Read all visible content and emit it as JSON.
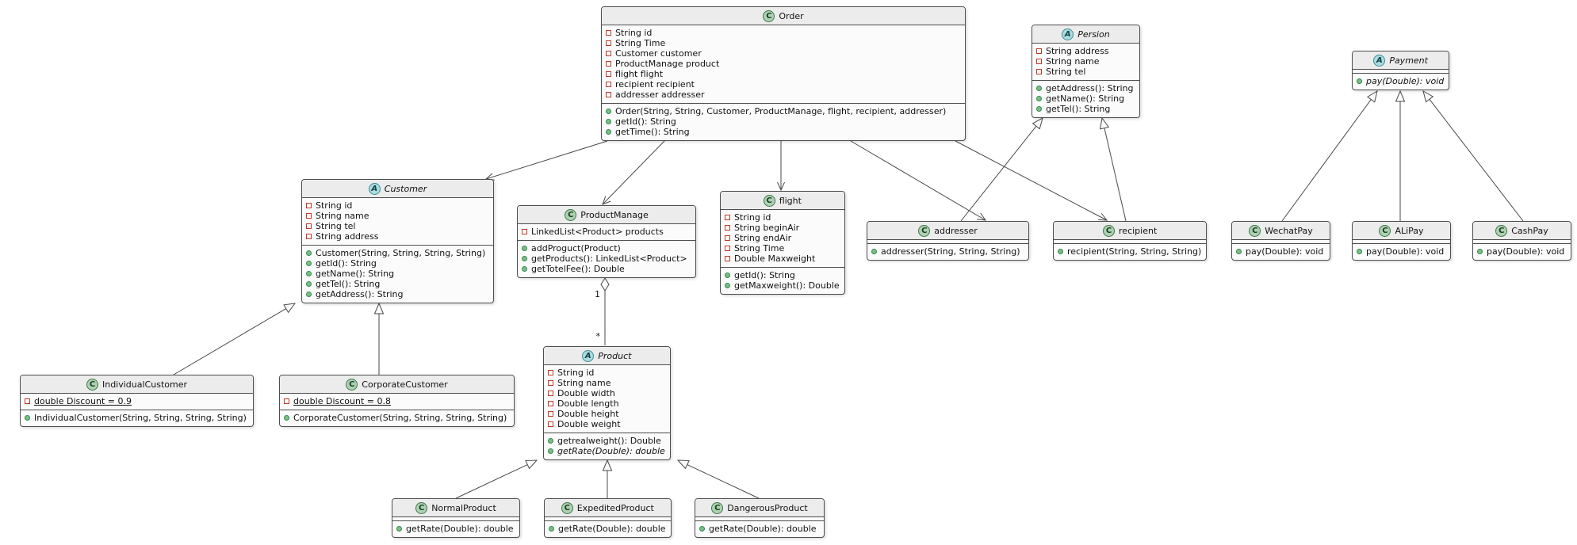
{
  "diagram": {
    "type": "uml-class-diagram",
    "colors": {
      "background": "#FFFFFF",
      "node_body": "#FBFBFB",
      "node_header": "#ECECEC",
      "node_border": "#4E4E4E",
      "line": "#4A4A4A",
      "class_icon_bg": "#ADD1B2",
      "abstract_icon_bg": "#A9DCDF",
      "field_marker": "#C0392B",
      "method_marker": "#7FBE7F"
    },
    "icons": {
      "class_letter": "C",
      "abstract_letter": "A"
    },
    "classes": [
      {
        "id": "order",
        "kind": "class",
        "name": "Order",
        "fields": [
          {
            "text": "String id"
          },
          {
            "text": "String Time"
          },
          {
            "text": "Customer customer"
          },
          {
            "text": "ProductManage product"
          },
          {
            "text": "flight flight"
          },
          {
            "text": "recipient recipient"
          },
          {
            "text": "addresser addresser"
          }
        ],
        "methods": [
          {
            "text": "Order(String, String, Customer, ProductManage, flight, recipient, addresser)"
          },
          {
            "text": "getId(): String"
          },
          {
            "text": "getTime(): String"
          }
        ]
      },
      {
        "id": "persion",
        "kind": "abstract",
        "name": "Persion",
        "fields": [
          {
            "text": "String address"
          },
          {
            "text": "String name"
          },
          {
            "text": "String tel"
          }
        ],
        "methods": [
          {
            "text": "getAddress(): String"
          },
          {
            "text": "getName(): String"
          },
          {
            "text": "getTel(): String"
          }
        ]
      },
      {
        "id": "payment",
        "kind": "abstract",
        "name": "Payment",
        "fields": [],
        "methods": [
          {
            "text": "pay(Double): void",
            "abstract": true
          }
        ]
      },
      {
        "id": "customer",
        "kind": "abstract",
        "name": "Customer",
        "fields": [
          {
            "text": "String id"
          },
          {
            "text": "String name"
          },
          {
            "text": "String tel"
          },
          {
            "text": "String address"
          }
        ],
        "methods": [
          {
            "text": "Customer(String, String, String, String)"
          },
          {
            "text": "getId(): String"
          },
          {
            "text": "getName(): String"
          },
          {
            "text": "getTel(): String"
          },
          {
            "text": "getAddress(): String"
          }
        ]
      },
      {
        "id": "productmanage",
        "kind": "class",
        "name": "ProductManage",
        "fields": [
          {
            "text": "LinkedList<Product> products"
          }
        ],
        "methods": [
          {
            "text": "addProguct(Product)"
          },
          {
            "text": "getProducts(): LinkedList<Product>"
          },
          {
            "text": "getTotelFee(): Double"
          }
        ]
      },
      {
        "id": "flight",
        "kind": "class",
        "name": "flight",
        "fields": [
          {
            "text": "String id"
          },
          {
            "text": "String beginAir"
          },
          {
            "text": "String endAir"
          },
          {
            "text": "String Time"
          },
          {
            "text": "Double Maxweight"
          }
        ],
        "methods": [
          {
            "text": "getId(): String"
          },
          {
            "text": "getMaxweight(): Double"
          }
        ]
      },
      {
        "id": "addresser",
        "kind": "class",
        "name": "addresser",
        "fields": [],
        "methods": [
          {
            "text": "addresser(String, String, String)"
          }
        ]
      },
      {
        "id": "recipient",
        "kind": "class",
        "name": "recipient",
        "fields": [],
        "methods": [
          {
            "text": "recipient(String, String, String)"
          }
        ]
      },
      {
        "id": "wechatpay",
        "kind": "class",
        "name": "WechatPay",
        "fields": [],
        "methods": [
          {
            "text": "pay(Double): void"
          }
        ]
      },
      {
        "id": "alipay",
        "kind": "class",
        "name": "ALiPay",
        "fields": [],
        "methods": [
          {
            "text": "pay(Double): void"
          }
        ]
      },
      {
        "id": "cashpay",
        "kind": "class",
        "name": "CashPay",
        "fields": [],
        "methods": [
          {
            "text": "pay(Double): void"
          }
        ]
      },
      {
        "id": "individualcustomer",
        "kind": "class",
        "name": "IndividualCustomer",
        "fields": [
          {
            "text": "double Discount = 0.9",
            "static": true
          }
        ],
        "methods": [
          {
            "text": "IndividualCustomer(String, String, String, String)"
          }
        ]
      },
      {
        "id": "corporatecustomer",
        "kind": "class",
        "name": "CorporateCustomer",
        "fields": [
          {
            "text": "double Discount = 0.8",
            "static": true
          }
        ],
        "methods": [
          {
            "text": "CorporateCustomer(String, String, String, String)"
          }
        ]
      },
      {
        "id": "product",
        "kind": "abstract",
        "name": "Product",
        "fields": [
          {
            "text": "String id"
          },
          {
            "text": "String name"
          },
          {
            "text": "Double width"
          },
          {
            "text": "Double length"
          },
          {
            "text": "Double height"
          },
          {
            "text": "Double weight"
          }
        ],
        "methods": [
          {
            "text": "getrealweight(): Double"
          },
          {
            "text": "getRate(Double): double",
            "abstract": true
          }
        ]
      },
      {
        "id": "normalproduct",
        "kind": "class",
        "name": "NormalProduct",
        "fields": [],
        "methods": [
          {
            "text": "getRate(Double): double"
          }
        ]
      },
      {
        "id": "expeditedproduct",
        "kind": "class",
        "name": "ExpeditedProduct",
        "fields": [],
        "methods": [
          {
            "text": "getRate(Double): double"
          }
        ]
      },
      {
        "id": "dangerousproduct",
        "kind": "class",
        "name": "DangerousProduct",
        "fields": [],
        "methods": [
          {
            "text": "getRate(Double): double"
          }
        ]
      }
    ],
    "relations": [
      {
        "from": "Order",
        "to": "Customer",
        "type": "association"
      },
      {
        "from": "Order",
        "to": "ProductManage",
        "type": "association"
      },
      {
        "from": "Order",
        "to": "flight",
        "type": "association"
      },
      {
        "from": "Order",
        "to": "addresser",
        "type": "association"
      },
      {
        "from": "Order",
        "to": "recipient",
        "type": "association"
      },
      {
        "from": "addresser",
        "to": "Persion",
        "type": "extends"
      },
      {
        "from": "recipient",
        "to": "Persion",
        "type": "extends"
      },
      {
        "from": "WechatPay",
        "to": "Payment",
        "type": "extends"
      },
      {
        "from": "ALiPay",
        "to": "Payment",
        "type": "extends"
      },
      {
        "from": "CashPay",
        "to": "Payment",
        "type": "extends"
      },
      {
        "from": "IndividualCustomer",
        "to": "Customer",
        "type": "extends"
      },
      {
        "from": "CorporateCustomer",
        "to": "Customer",
        "type": "extends"
      },
      {
        "from": "ProductManage",
        "to": "Product",
        "type": "aggregation",
        "from_label": "1",
        "to_label": "*"
      },
      {
        "from": "NormalProduct",
        "to": "Product",
        "type": "extends"
      },
      {
        "from": "ExpeditedProduct",
        "to": "Product",
        "type": "extends"
      },
      {
        "from": "DangerousProduct",
        "to": "Product",
        "type": "extends"
      }
    ]
  }
}
